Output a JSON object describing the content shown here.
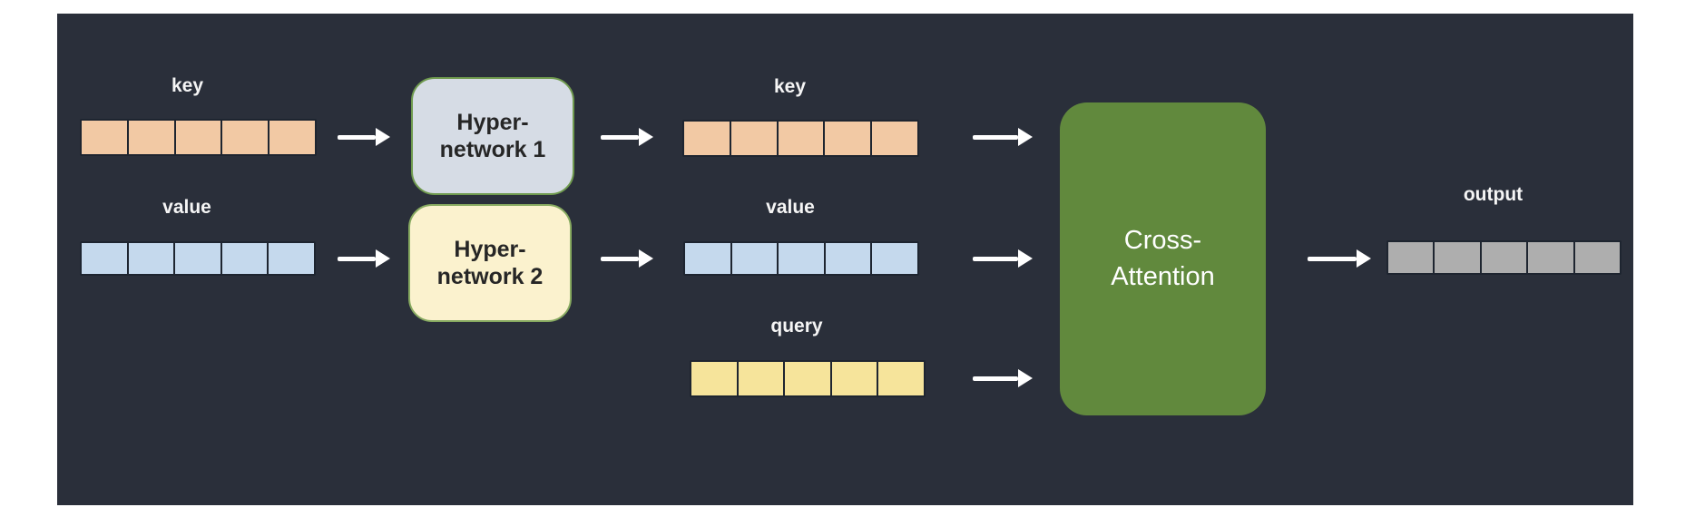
{
  "figure": {
    "description": "Hypernetwork cross-attention architecture diagram"
  },
  "colors": {
    "canvas_bg": "#FFFFFF",
    "panel_bg": "#2A2F3A",
    "cell_border": "#1E2530",
    "arrow": "#FFFFFF",
    "label_text": "#F5F5F5"
  },
  "vectors": {
    "key_input": {
      "label": "key",
      "cells": 5,
      "fill": "#F2C9A4",
      "border": "#1E2530"
    },
    "value_input": {
      "label": "value",
      "cells": 5,
      "fill": "#C5D9ED",
      "border": "#1E2530"
    },
    "key_transformed": {
      "label": "key",
      "cells": 5,
      "fill": "#F2C9A4",
      "border": "#1E2530"
    },
    "value_transformed": {
      "label": "value",
      "cells": 5,
      "fill": "#C5D9ED",
      "border": "#1E2530"
    },
    "query": {
      "label": "query",
      "cells": 5,
      "fill": "#F6E49B",
      "border": "#1E2530"
    },
    "output": {
      "label": "output",
      "cells": 5,
      "fill": "#AEAEAE",
      "border": "#1E2530"
    }
  },
  "boxes": {
    "hypernetwork1": {
      "line1": "Hyper-",
      "line2": "network 1",
      "fill": "#D6DCE5",
      "border": "#6F9A4E",
      "text_color": "#262626"
    },
    "hypernetwork2": {
      "line1": "Hyper-",
      "line2": "network 2",
      "fill": "#FBF2CE",
      "border": "#87AA60",
      "text_color": "#262626"
    },
    "cross_attention": {
      "line1": "Cross-",
      "line2": "Attention",
      "fill": "#61893D",
      "text_color": "#FFFFFF"
    }
  }
}
